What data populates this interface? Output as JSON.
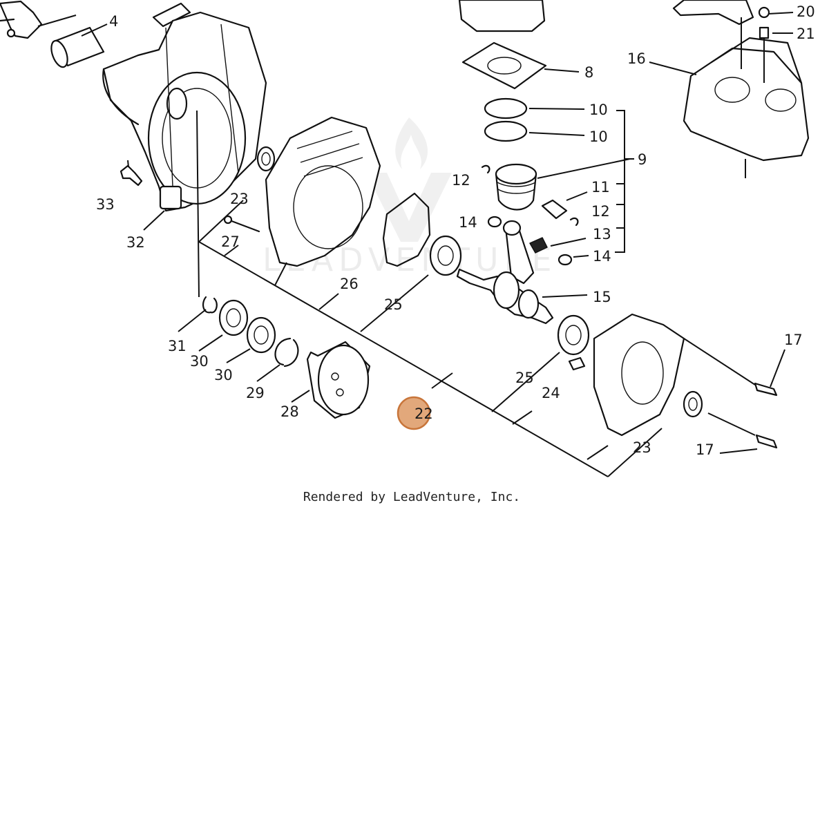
{
  "diagram": {
    "labels": [
      {
        "id": "4",
        "text": "4"
      },
      {
        "id": "20",
        "text": "20"
      },
      {
        "id": "21",
        "text": "21"
      },
      {
        "id": "8",
        "text": "8"
      },
      {
        "id": "16",
        "text": "16"
      },
      {
        "id": "10a",
        "text": "10"
      },
      {
        "id": "10b",
        "text": "10"
      },
      {
        "id": "9",
        "text": "9"
      },
      {
        "id": "12a",
        "text": "12"
      },
      {
        "id": "11",
        "text": "11"
      },
      {
        "id": "12b",
        "text": "12"
      },
      {
        "id": "14a",
        "text": "14"
      },
      {
        "id": "13",
        "text": "13"
      },
      {
        "id": "14b",
        "text": "14"
      },
      {
        "id": "33",
        "text": "33"
      },
      {
        "id": "23a",
        "text": "23"
      },
      {
        "id": "32",
        "text": "32"
      },
      {
        "id": "27",
        "text": "27"
      },
      {
        "id": "26",
        "text": "26"
      },
      {
        "id": "25a",
        "text": "25"
      },
      {
        "id": "15",
        "text": "15"
      },
      {
        "id": "31",
        "text": "31"
      },
      {
        "id": "30a",
        "text": "30"
      },
      {
        "id": "30b",
        "text": "30"
      },
      {
        "id": "29",
        "text": "29"
      },
      {
        "id": "28",
        "text": "28"
      },
      {
        "id": "17a",
        "text": "17"
      },
      {
        "id": "25b",
        "text": "25"
      },
      {
        "id": "24",
        "text": "24"
      },
      {
        "id": "23b",
        "text": "23"
      },
      {
        "id": "17b",
        "text": "17"
      }
    ],
    "hotspot": {
      "text": "22"
    },
    "watermark": "LEADVENTURE"
  },
  "footer": {
    "text": "Rendered by LeadVenture, Inc."
  }
}
